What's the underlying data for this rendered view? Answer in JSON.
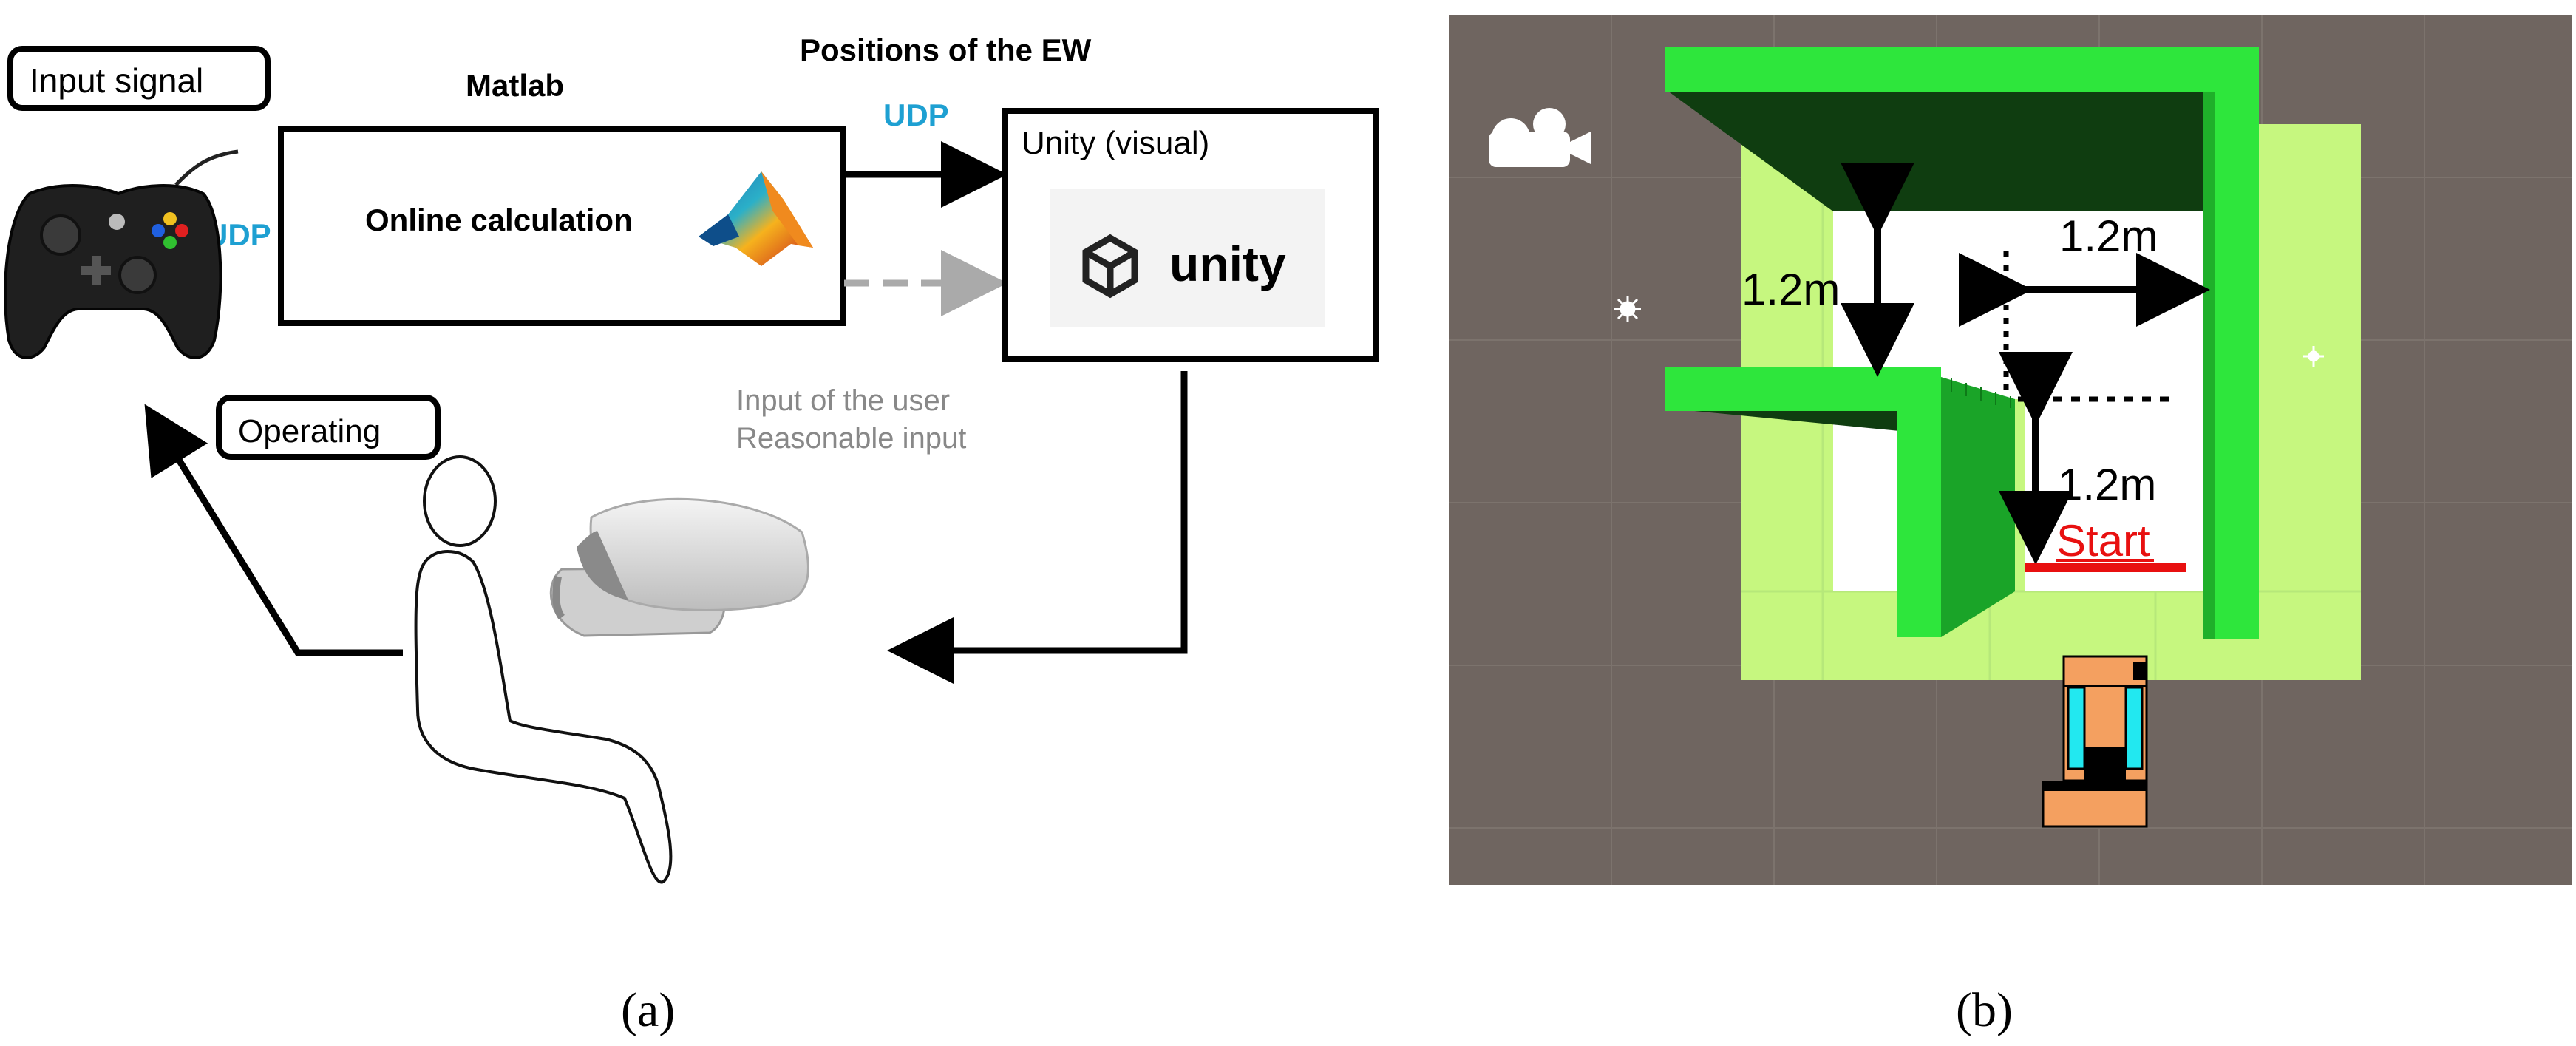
{
  "panel_a": {
    "caption": "(a)",
    "input_signal": "Input signal",
    "matlab_title": "Matlab",
    "positions_label": "Positions of the EW",
    "udp_top": "UDP",
    "udp_left": "UDP",
    "online_calculation": "Online calculation",
    "unity_box_title": "Unity (visual)",
    "unity_logo_text": "unity",
    "input_of_user": "Input of the user",
    "reasonable_input": "Reasonable input",
    "operating": "Operating"
  },
  "panel_b": {
    "caption": "(b)",
    "dim_left": "1.2m",
    "dim_top_right": "1.2m",
    "dim_bottom": "1.2m",
    "start_label": "Start"
  },
  "colors": {
    "udp_text": "#1ea0d2",
    "gray_text": "#888888",
    "scene_ground": "#6f6560",
    "wall_green": "#2ee63c",
    "wall_dark": "#0f3d10",
    "floor_light": "#c6f77f",
    "start_red": "#e81010",
    "agent_orange": "#f4a060",
    "agent_cyan": "#22e8f0"
  }
}
